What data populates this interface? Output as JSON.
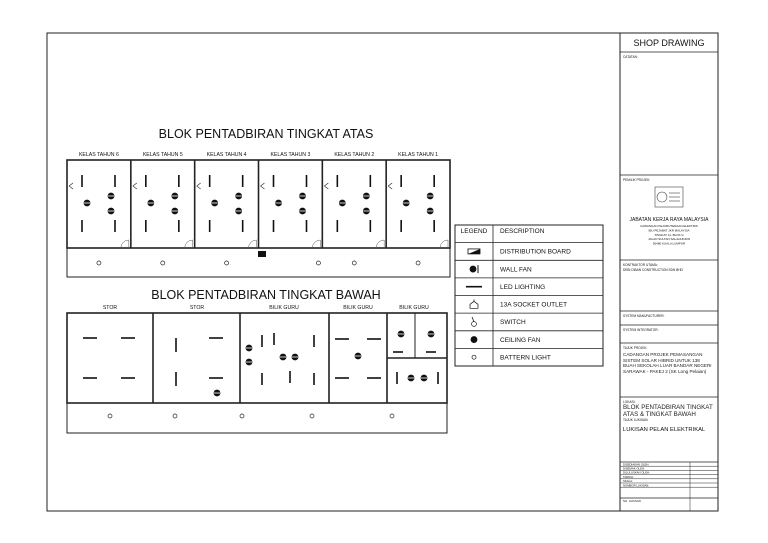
{
  "upper_block": {
    "title": "BLOK PENTADBIRAN TINGKAT ATAS",
    "rooms": [
      "KELAS TAHUN 6",
      "KELAS TAHUN 5",
      "KELAS TAHUN 4",
      "KELAS TAHUN 3",
      "KELAS TAHUN 2",
      "KELAS TAHUN 1"
    ]
  },
  "lower_block": {
    "title": "BLOK PENTADBIRAN TINGKAT BAWAH",
    "rooms": [
      "STOR",
      "STOR",
      "BILIK GURU",
      "BILIK GURU",
      "BILIK GURU"
    ]
  },
  "legend": {
    "header_legend": "LEGEND",
    "header_description": "DESCRIPTION",
    "items": [
      {
        "icon": "distribution-board",
        "label": "DISTRIBUTION BOARD"
      },
      {
        "icon": "wall-fan",
        "label": "WALL FAN"
      },
      {
        "icon": "led-lighting",
        "label": "LED LIGHTING"
      },
      {
        "icon": "socket-outlet",
        "label": "13A SOCKET OUTLET"
      },
      {
        "icon": "switch",
        "label": "SWITCH"
      },
      {
        "icon": "ceiling-fan",
        "label": "CEILING FAN"
      },
      {
        "icon": "batten-light",
        "label": "BATTERN LIGHT"
      }
    ]
  },
  "title_block": {
    "heading": "SHOP DRAWING",
    "catatan": "CATATAN:",
    "pemilik_projek": "PEMILIK PROJEK:",
    "agency_name": "JABATAN KERJA RAYA MALAYSIA",
    "agency_lines": [
      "CAWANGAN KEJURUTERAAN ELEKTRIK",
      "IBU PEJABAT JKR MALAYSIA",
      "TINGKAT 11, BLOK G",
      "JALAN SULTAN SALAHUDDIN",
      "50480 KUALA LUMPUR"
    ],
    "contractor_label": "KONTRAKTOR UTAMA:",
    "contractor_name": "DEBI DIBAN CONSTRUCTION SDN BHD",
    "system_manufacturer": "SYSTEM MANUFACTURER:",
    "system_integrator": "SYSTEM INTEGRATOR:",
    "tajuk_projek_label": "TAJUK PROJEK:",
    "tajuk_projek": "CADANGAN PROJEK PEMASANGAN SISTEM SOLAR HIBRID UNTUK 138 BUAH SEKOLAH LUAR BANDAR NEGERI SARAWAK - PAKEJ 2 (SK Long Pelaian)",
    "lokasi_label": "LOKASI:",
    "lokasi": "BLOK PENTADBIRAN TINGKAT ATAS & TINGKAT BAWAH",
    "tajuk_lukisan_label": "TAJUK LUKISAN:",
    "tajuk_lukisan": "LUKISAN PELAN ELEKTRIKAL",
    "footer_rows": [
      "DISEDIAKAN OLEH:",
      "DISEMAK OLEH:",
      "DILULUSKAN OLEH:",
      "TARIKH:",
      "SKALA:",
      "NOMBOR LUKISAN:"
    ],
    "drawing_no_label": "NO. LUKISAN"
  }
}
